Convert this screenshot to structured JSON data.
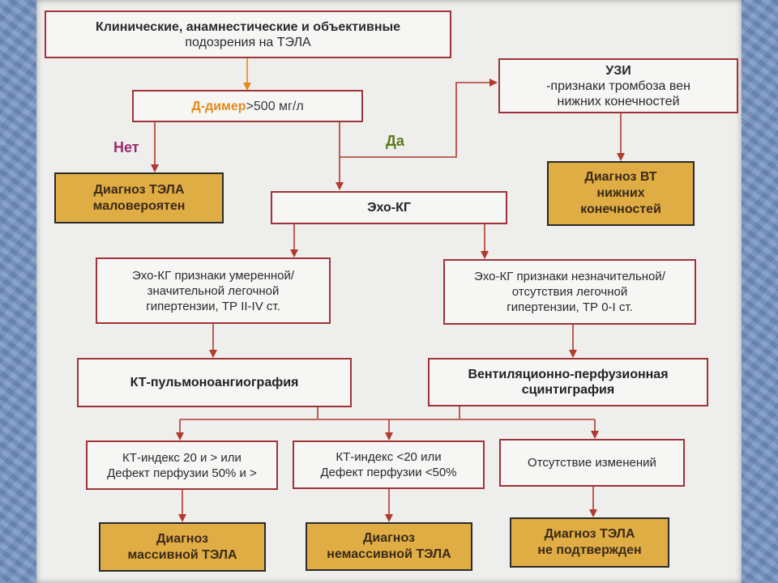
{
  "flowchart": {
    "start": {
      "line1": "Клинические, анамнестические и объективные",
      "line2": "подозрения на ТЭЛА"
    },
    "d_dimer": {
      "name": "Д-димер",
      "rest": " >500 мг/л"
    },
    "no_label": "Нет",
    "yes_label": "Да",
    "pe_unlikely": {
      "line1": "Диагноз ТЭЛА",
      "line2": "маловероятен"
    },
    "usi": {
      "name": "УЗИ",
      "line1_rest": "-признаки тромбоза вен",
      "line2": "нижних конечностей"
    },
    "dvt": {
      "line1": "Диагноз ВТ",
      "line2": "нижних",
      "line3": "конечностей"
    },
    "echo": "Эхо-КГ",
    "echo_high": {
      "line1": "Эхо-КГ признаки умеренной/",
      "line2": "значительной легочной",
      "line3": "гипертензии, ТР II-IV ст."
    },
    "echo_low": {
      "line1": "Эхо-КГ признаки незначительной/",
      "line2": "отсутствия легочной",
      "line3": "гипертензии, ТР 0-I ст."
    },
    "ct": "КТ-пульмоноангиография",
    "vq": {
      "line1": "Вентиляционно-перфузионная",
      "line2": "сцинтиграфия"
    },
    "result_massive": {
      "line1": "КТ-индекс 20 и > или",
      "line2": "Дефект перфузии 50% и >"
    },
    "result_submassive": {
      "line1": "КТ-индекс <20 или",
      "line2": "Дефект перфузии <50%"
    },
    "result_none": "Отсутствие изменений",
    "dx_massive": {
      "line1": "Диагноз",
      "line2": "массивной ТЭЛА"
    },
    "dx_submassive": {
      "line1": "Диагноз",
      "line2": "немассивной ТЭЛА"
    },
    "dx_not_confirmed": {
      "line1": "Диагноз ТЭЛА",
      "line2": "не подтвержден"
    }
  },
  "colors": {
    "arrow": "#b03a2e",
    "box_border": "#a0333a",
    "gold": "#e0ac44",
    "no_label": "#9a2a6a",
    "yes_label": "#5a7a1a",
    "d_dimer_label": "#e38a1a"
  }
}
